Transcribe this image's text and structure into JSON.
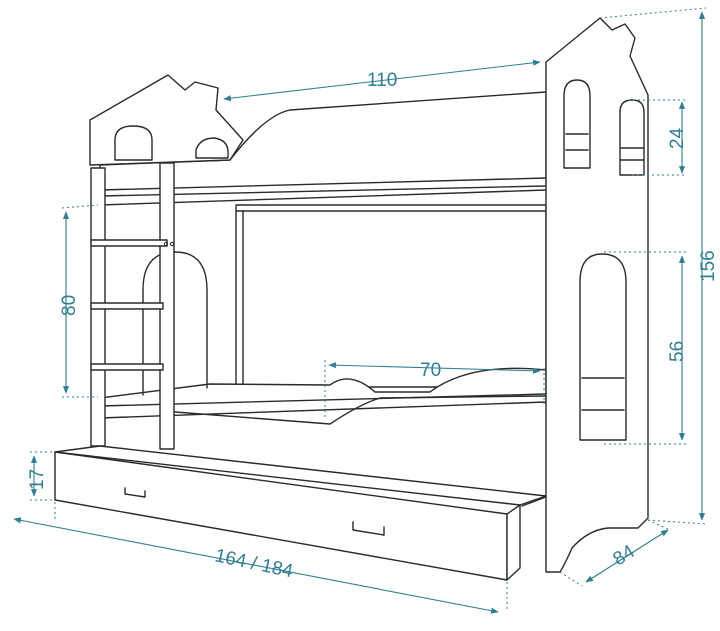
{
  "colors": {
    "dimension": "#2f7f93",
    "outline": "#2a2a2a",
    "background": "#ffffff"
  },
  "dimensions": {
    "top_length": "110",
    "window_height": "24",
    "total_height": "156",
    "ladder_height": "80",
    "lower_opening": "56",
    "lower_length": "70",
    "drawer_height": "17",
    "total_length": "164 / 184",
    "depth": "84"
  }
}
